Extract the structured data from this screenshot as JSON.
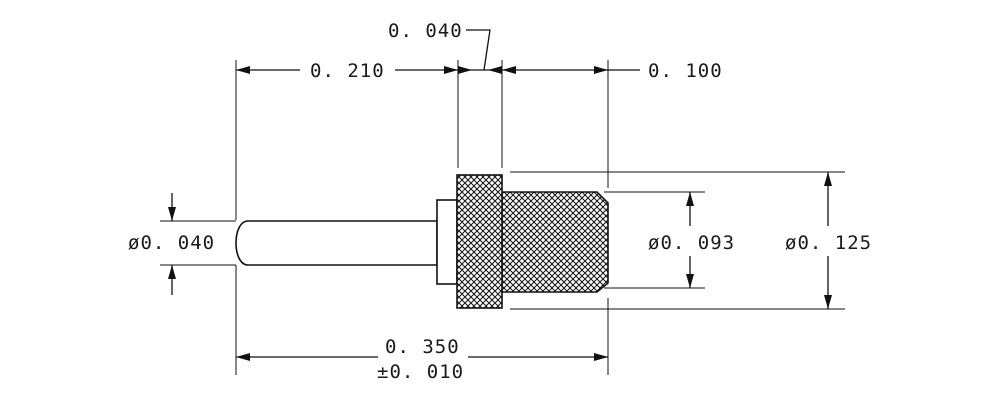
{
  "dimensions": {
    "collar_width": "0. 040",
    "pin_length": "0. 210",
    "sleeve_length": "0. 100",
    "pin_diameter": "ø0. 040",
    "inner_diameter": "ø0. 093",
    "outer_diameter": "ø0. 125",
    "overall_length": "0. 350",
    "overall_tolerance": "±0. 010"
  },
  "colors": {
    "line": "#111111",
    "background": "#ffffff"
  }
}
